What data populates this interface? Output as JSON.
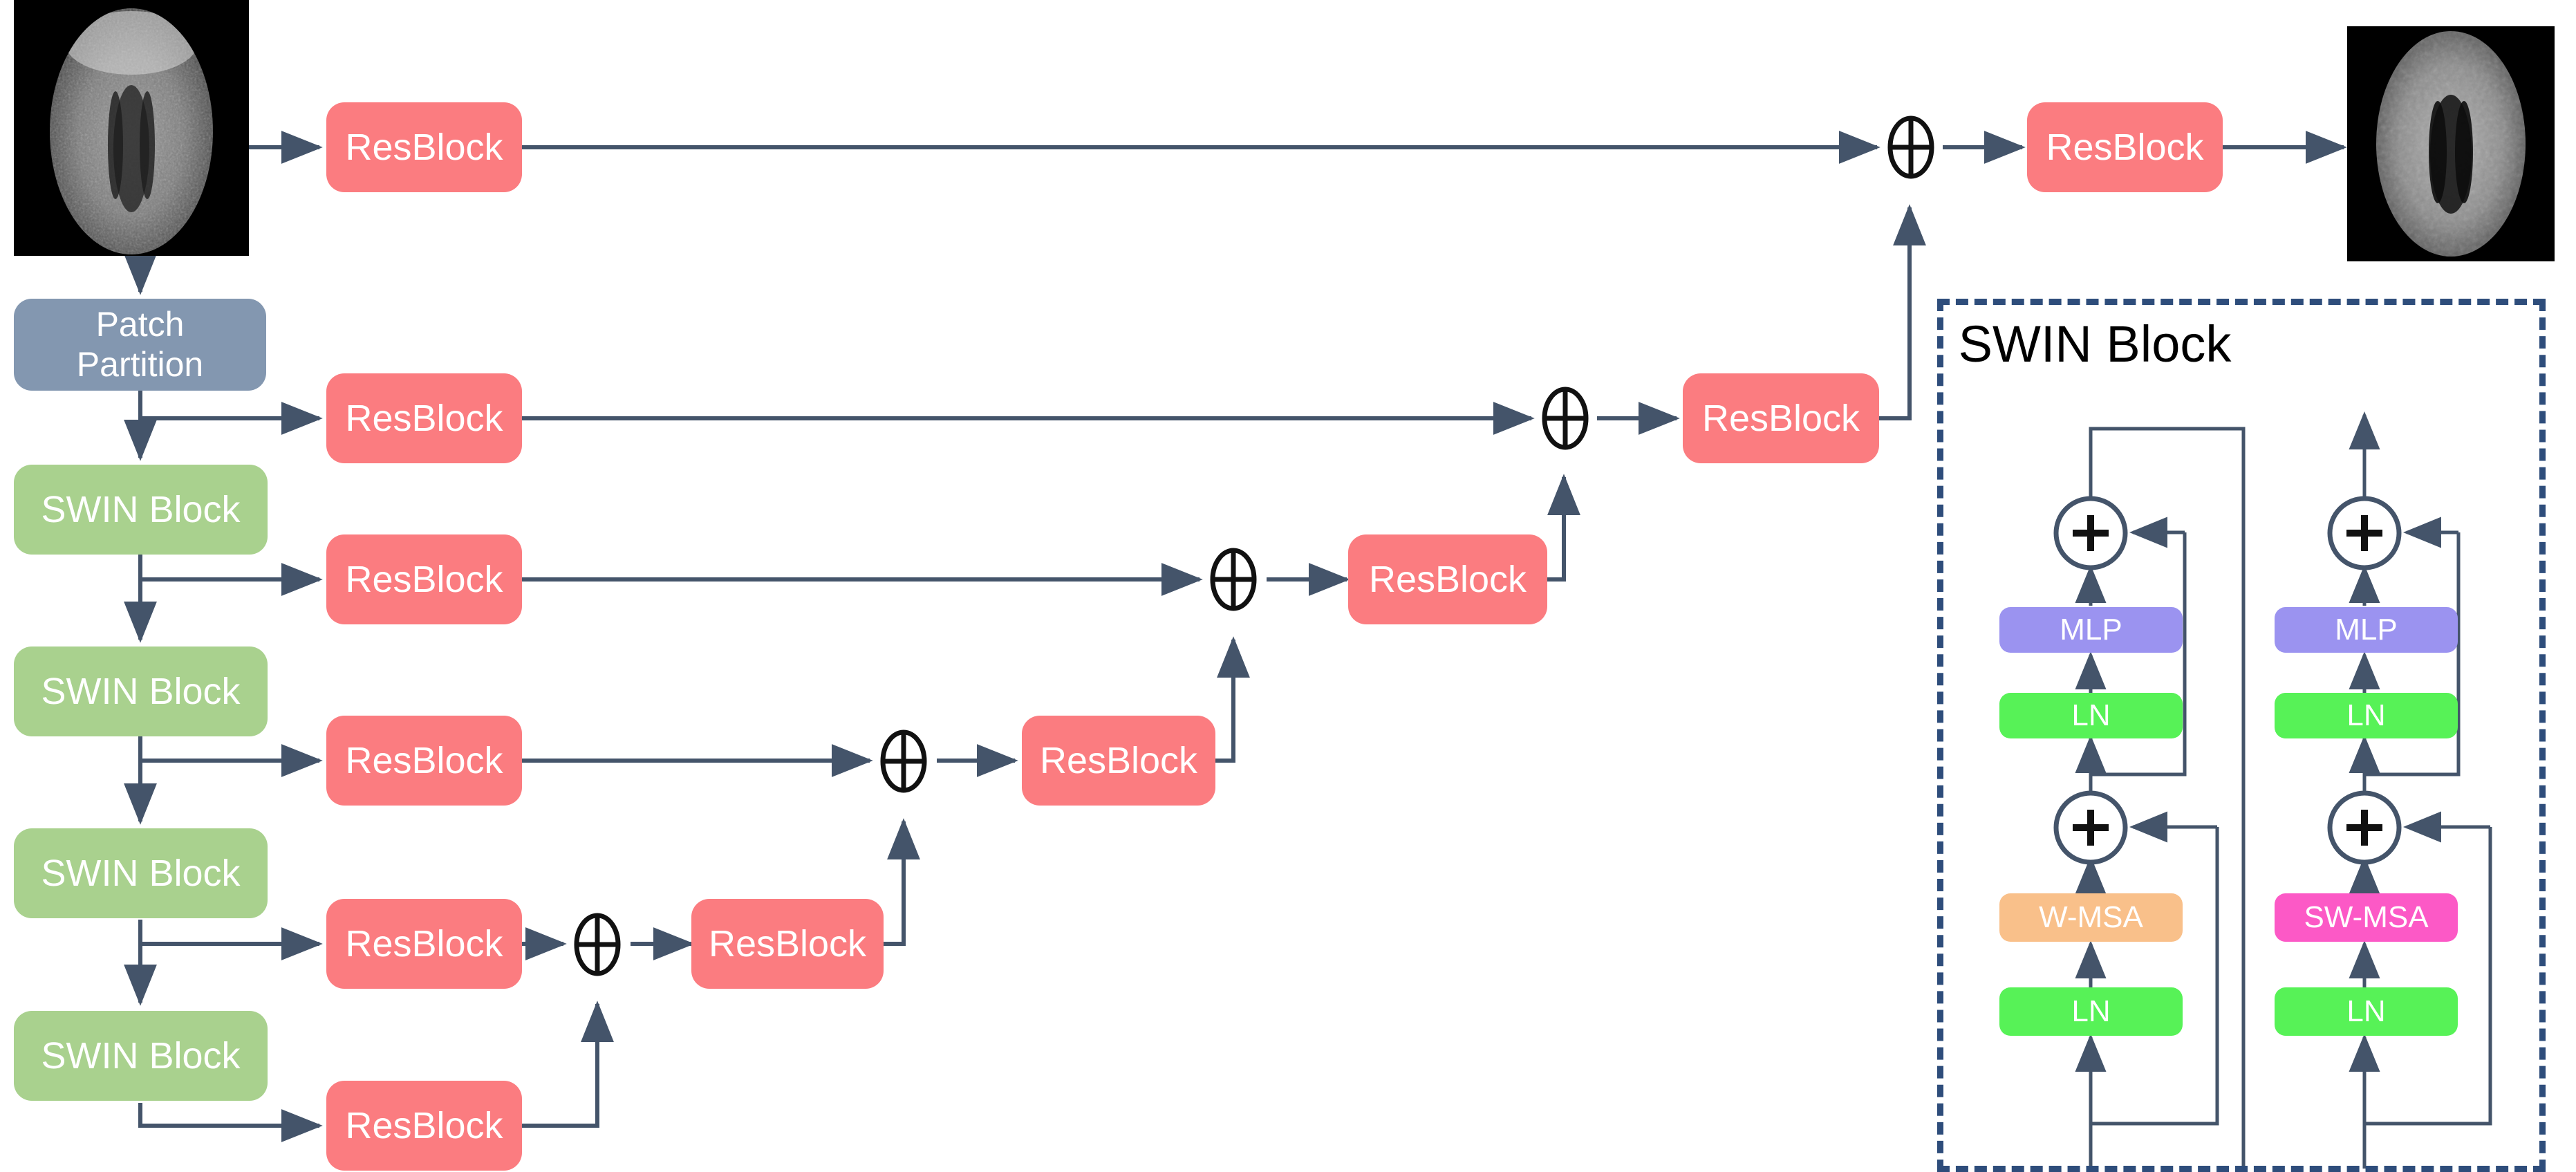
{
  "diagram": {
    "title": "SWIN Block",
    "colors": {
      "resblock": "#FB7C80",
      "swinblock": "#A9D18E",
      "patch_partition": "#8397B0",
      "mlp": "#9B93F0",
      "layer_norm": "#57F257",
      "w_msa": "#F9C08A",
      "sw_msa": "#FC59C6",
      "arrow": "#44546A",
      "panel_border": "#2E4D7B",
      "background": "#FFFFFF"
    },
    "labels": {
      "resblock": "ResBlock",
      "swin_block": "SWIN Block",
      "patch_partition_line1": "Patch",
      "patch_partition_line2": "Partition",
      "mlp": "MLP",
      "ln": "LN",
      "w_msa": "W-MSA",
      "sw_msa": "SW-MSA",
      "add": "+",
      "oplus": "⊕"
    },
    "encoder": {
      "patch_partition": "Patch Partition",
      "swin_blocks": [
        "SWIN Block",
        "SWIN Block",
        "SWIN Block",
        "SWIN Block"
      ]
    },
    "skip_resblocks": [
      "ResBlock",
      "ResBlock",
      "ResBlock",
      "ResBlock",
      "ResBlock",
      "ResBlock"
    ],
    "decoder_resblocks": [
      "ResBlock",
      "ResBlock",
      "ResBlock",
      "ResBlock",
      "ResBlock"
    ],
    "merge_nodes": [
      "⊕",
      "⊕",
      "⊕",
      "⊕",
      "⊕"
    ],
    "images": {
      "input": "input-brain-mri",
      "output": "output-brain-mri"
    },
    "swin_detail": {
      "title": "SWIN Block",
      "branch_left": {
        "name": "w-msa-branch",
        "stages": [
          "LN",
          "W-MSA",
          "+",
          "LN",
          "MLP",
          "+"
        ]
      },
      "branch_right": {
        "name": "sw-msa-branch",
        "stages": [
          "LN",
          "SW-MSA",
          "+",
          "LN",
          "MLP",
          "+"
        ]
      }
    }
  }
}
